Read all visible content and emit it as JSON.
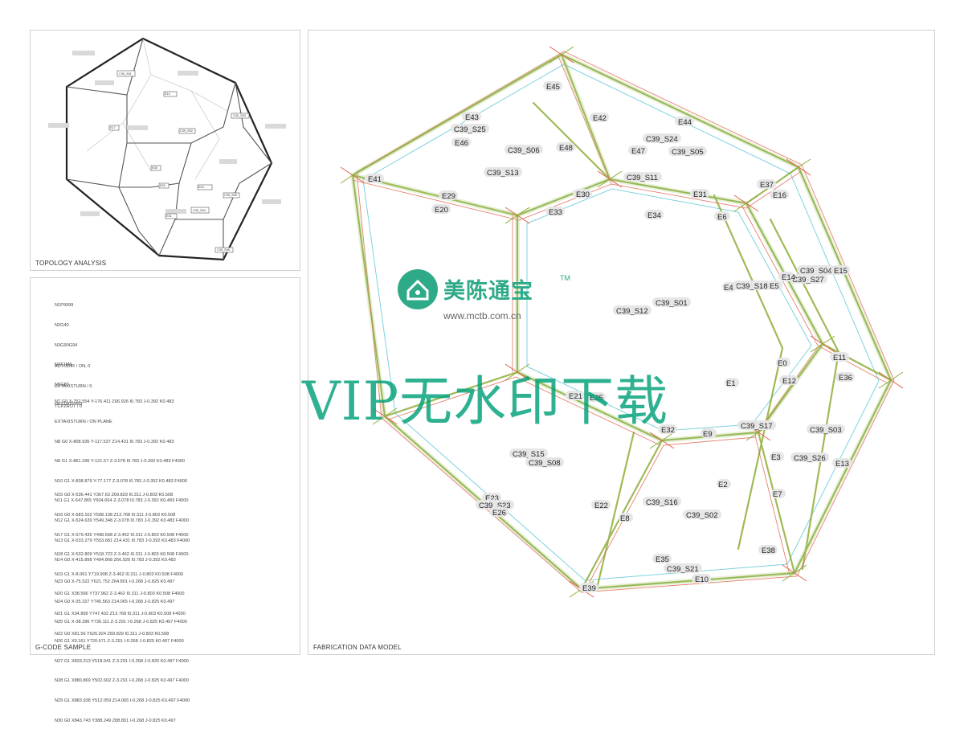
{
  "panels": {
    "topology_title": "TOPOLOGY ANALYSIS",
    "gcode_title": "G-CODE SAMPLE",
    "fabrication_title": "FABRICATION DATA MODEL"
  },
  "gcode": {
    "block1": [
      "N1P9999",
      "N2G40",
      "N3G90G94",
      "N4T1M6",
      "N5G80",
      "N6S18000M3"
    ],
    "block2": [
      "AUTODIR / ON, 0",
      "EXTAXISTURN / 0",
      "TCPZROT / 0"
    ],
    "block3": [
      "N7 G0 X-752.554 Y-176.411 Z66.926 I0.783 J-0.392 K0.483",
      "EXTAXISTURN / ON PLANE",
      "N8 G0 X-808.936 Y-117.537 Z14.431 I0.783 J-0.392 K0.483",
      "N9 G1 X-861.296 Y-121.57 Z-3.078 I0.783 J-0.392 K0.483 F4000",
      "N10 G1 X-838.879 Y-77.177 Z-3.078 I0.783 J-0.392 K0.483 F4000",
      "N11 G1 X-547.865 Y504.664 Z-3.078 I0.783 J-0.392 K0.483 F4000",
      "N12 G1 X-524.639 Y549.348 Z-3.078 I0.783 J-0.392 K0.483 F4000",
      "N13 G1 X-533.279 Y553.681 Z14.431 I0.783 J-0.392 K0.483 F4000",
      "N14 G0 X-415.898 Y494.868 Z66.926 I0.783 J-0.392 K0.483"
    ],
    "block4": [
      "N15 G0 X-536.441 Y367.63 Z69.829 I0.311 J-0.803 K0.508",
      "N16 G0 X-583.102 Y508.138 Z13.768 I0.311 J-0.803 K0.508",
      "N17 G1 X-579.435 Y498.668 Z-3.462 I0.311 J-0.803 K0.508 F4000",
      "N18 G1 X-532.809 Y518.723 Z-3.462 I0.311 J-0.803 K0.508 F4000",
      "N19 G1 X-8.061 Y719.908 Z-3.462 I0.311 J-0.803 K0.508 F4000",
      "N20 G1 X38.566 Y737.962 Z-3.462 I0.311 J-0.803 K0.508 F4000",
      "N21 G1 X34.899 Y747.432 Z13.768 I0.311 J-0.803 K0.508 F4000",
      "N22 G0 X81.56 Y626.924 Z69.829 I0.311 J-0.803 K0.508"
    ],
    "block5": [
      "N23 G0 X-75.522 Y621.752 Z64.801 I-0.268 J-0.825 K0.497",
      "N24 G0 X-35.327 Y745.563 Z14.065 I-0.268 J-0.825 K0.497",
      "N25 G1 X-38.396 Y736.111 Z-3.291 I-0.268 J-0.825 K0.497 F4000",
      "N26 G1 X9.161 Y720.671 Z-3.291 I-0.268 J-0.825 K0.497 F4000",
      "N27 G1 X833.313 Y518.041 Z-3.291 I-0.268 J-0.825 K0.497 F4000",
      "N28 G1 X880.869 Y502.602 Z-3.291 I-0.268 J-0.825 K0.497 F4000",
      "N29 G1 X883.938 Y512.059 Z14.065 I-0.268 J-0.825 K0.497 F4000",
      "N30 G0 X843.743 Y388.249 Z88.801 I-0.268 J-0.825 K0.497"
    ]
  },
  "topology_labels": [
    "C39_S01",
    "C39_S02",
    "C39_S03",
    "C39_S04",
    "C39_S05",
    "C39_S06",
    "E12",
    "E17",
    "E25",
    "E31",
    "E38",
    "E44"
  ],
  "fab_edges": [
    {
      "id": "e45",
      "text": "E45"
    },
    {
      "id": "e43",
      "text": "E43"
    },
    {
      "id": "c39s25",
      "text": "C39_S25"
    },
    {
      "id": "e46",
      "text": "E46"
    },
    {
      "id": "e42",
      "text": "E42"
    },
    {
      "id": "e44",
      "text": "E44"
    },
    {
      "id": "c39s24",
      "text": "C39_S24"
    },
    {
      "id": "c39s05",
      "text": "C39_S05"
    },
    {
      "id": "e47",
      "text": "E47"
    },
    {
      "id": "e48",
      "text": "E48"
    },
    {
      "id": "c39s06",
      "text": "C39_S06"
    },
    {
      "id": "c39s13",
      "text": "C39_S13"
    },
    {
      "id": "e41",
      "text": "E41"
    },
    {
      "id": "c39s11",
      "text": "C39_S11"
    },
    {
      "id": "e37",
      "text": "E37"
    },
    {
      "id": "e16",
      "text": "E16"
    },
    {
      "id": "e31",
      "text": "E31"
    },
    {
      "id": "e29",
      "text": "E29"
    },
    {
      "id": "e30",
      "text": "E30"
    },
    {
      "id": "e20",
      "text": "E20"
    },
    {
      "id": "e33",
      "text": "E33"
    },
    {
      "id": "e34",
      "text": "E34"
    },
    {
      "id": "e6",
      "text": "E6"
    },
    {
      "id": "c39s04",
      "text": "C39_S04"
    },
    {
      "id": "e15",
      "text": "E15"
    },
    {
      "id": "c39s27",
      "text": "C39_S27"
    },
    {
      "id": "e14",
      "text": "E14"
    },
    {
      "id": "c39s18",
      "text": "C39_S18"
    },
    {
      "id": "e5",
      "text": "E5"
    },
    {
      "id": "e4",
      "text": "E4"
    },
    {
      "id": "c39s01",
      "text": "C39_S01"
    },
    {
      "id": "c39s12",
      "text": "C39_S12"
    },
    {
      "id": "e0",
      "text": "E0"
    },
    {
      "id": "e11",
      "text": "E11"
    },
    {
      "id": "e12",
      "text": "E12"
    },
    {
      "id": "e36",
      "text": "E36"
    },
    {
      "id": "e1",
      "text": "E1"
    },
    {
      "id": "e21",
      "text": "E21"
    },
    {
      "id": "e25",
      "text": "E25"
    },
    {
      "id": "c39s17",
      "text": "C39_S17"
    },
    {
      "id": "e32",
      "text": "E32"
    },
    {
      "id": "e9",
      "text": "E9"
    },
    {
      "id": "c39s03",
      "text": "C39_S03"
    },
    {
      "id": "e3",
      "text": "E3"
    },
    {
      "id": "c39s26",
      "text": "C39_S26"
    },
    {
      "id": "e13",
      "text": "E13"
    },
    {
      "id": "c39s15",
      "text": "C39_S15"
    },
    {
      "id": "c39s08",
      "text": "C39_S08"
    },
    {
      "id": "e2",
      "text": "E2"
    },
    {
      "id": "e7",
      "text": "E7"
    },
    {
      "id": "e23",
      "text": "E23"
    },
    {
      "id": "c39s23",
      "text": "C39_S23"
    },
    {
      "id": "e26",
      "text": "E26"
    },
    {
      "id": "e22",
      "text": "E22"
    },
    {
      "id": "e8",
      "text": "E8"
    },
    {
      "id": "c39s16",
      "text": "C39_S16"
    },
    {
      "id": "c39s02",
      "text": "C39_S02"
    },
    {
      "id": "e35",
      "text": "E35"
    },
    {
      "id": "c39s21",
      "text": "C39_S21"
    },
    {
      "id": "e38",
      "text": "E38"
    },
    {
      "id": "e10",
      "text": "E10"
    },
    {
      "id": "e39",
      "text": "E39"
    }
  ],
  "watermark": {
    "brand_cn": "美陈通宝",
    "tm": "TM",
    "url": "www.mctb.com.cn",
    "vip_text": "VIP无水印下载"
  },
  "colors": {
    "strut_green": "#8fae3a",
    "strut_red": "#e2604a",
    "outline_cyan": "#7fd3df",
    "watermark_green": "#2eaa88"
  },
  "icons": [
    "house-logo-icon"
  ]
}
